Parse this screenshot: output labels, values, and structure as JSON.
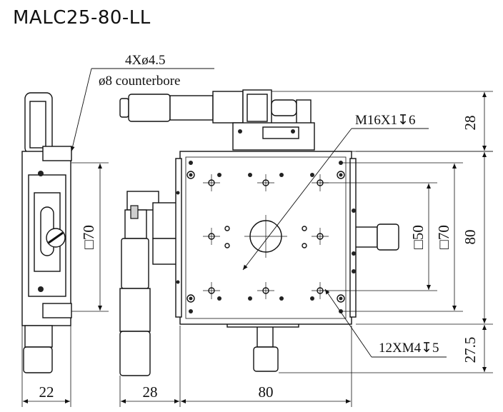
{
  "title": "MALC25-80-LL",
  "callouts": {
    "holes_line1": "4Xø4.5",
    "holes_line2": "ø8 counterbore",
    "center_thread": "M16X1↧6",
    "tapped_holes": "12XM4↧5"
  },
  "dimensions": {
    "top_height": "28",
    "left_square": "□70",
    "inner_square_50": "□50",
    "inner_square_70": "□70",
    "right_80": "80",
    "bottom_27_5": "27.5",
    "bottom_22": "22",
    "bottom_28": "28",
    "bottom_80": "80"
  }
}
